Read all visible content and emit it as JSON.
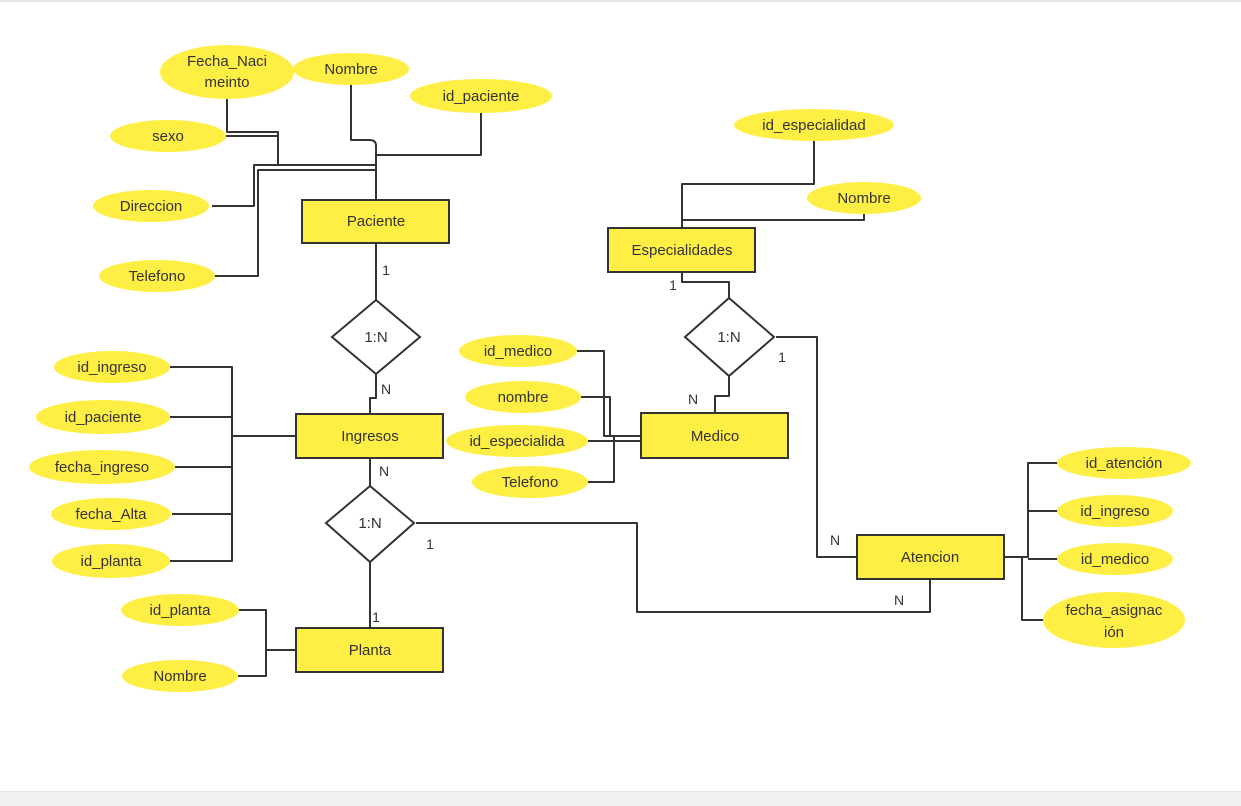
{
  "entities": {
    "paciente": "Paciente",
    "especialidades": "Especialidades",
    "ingresos": "Ingresos",
    "medico": "Medico",
    "planta": "Planta",
    "atencion": "Atencion"
  },
  "relationships": {
    "paciente_ingresos": "1:N",
    "especialidades_medico": "1:N",
    "ingresos_planta": "1:N"
  },
  "attributes": {
    "paciente": {
      "fecha_nacimiento_1": "Fecha_Naci",
      "fecha_nacimiento_2": "meinto",
      "nombre": "Nombre",
      "id_paciente": "id_paciente",
      "sexo": "sexo",
      "direccion": "Direccion",
      "telefono": "Telefono"
    },
    "especialidades": {
      "id_especialidad": "id_especialidad",
      "nombre": "Nombre"
    },
    "ingresos": {
      "id_ingreso": "id_ingreso",
      "id_paciente": "id_paciente",
      "fecha_ingreso": "fecha_ingreso",
      "fecha_alta": "fecha_Alta",
      "id_planta": "id_planta"
    },
    "medico": {
      "id_medico": "id_medico",
      "nombre": "nombre",
      "id_especialidad": "id_especialida",
      "telefono": "Telefono"
    },
    "planta": {
      "id_planta": "id_planta",
      "nombre": "Nombre"
    },
    "atencion": {
      "id_atencion": "id_atención",
      "id_ingreso": "id_ingreso",
      "id_medico": "id_medico",
      "fecha_asignacion_1": "fecha_asignac",
      "fecha_asignacion_2": "ión"
    }
  },
  "cardinalities": {
    "paciente_side": "1",
    "ingresos_top": "N",
    "especialidades_side": "1",
    "medico_side": "N",
    "especialidades_atencion": "1",
    "ingresos_bottom": "N",
    "planta_side": "1",
    "ingresos_atencion": "1",
    "atencion_left": "N",
    "atencion_bottom": "N"
  },
  "colors": {
    "fill": "#ffee44",
    "stroke": "#333333",
    "background": "#ffffff"
  }
}
